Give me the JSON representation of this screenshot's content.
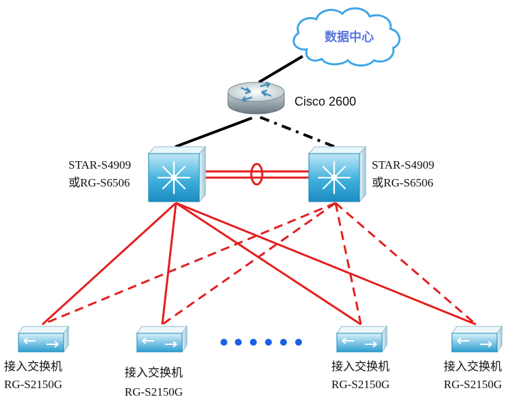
{
  "cloud": {
    "label": "数据中心"
  },
  "router": {
    "label": "Cisco 2600"
  },
  "core_left": {
    "line1": "STAR-S4909",
    "line2": "或RG-S6506"
  },
  "core_right": {
    "line1": "STAR-S4909",
    "line2": "或RG-S6506"
  },
  "access_switches": [
    {
      "line1": "接入交换机",
      "line2": "RG-S2150G"
    },
    {
      "line1": "接入交换机",
      "line2": "RG-S2150G"
    },
    {
      "line1": "接入交换机",
      "line2": "RG-S2150G"
    },
    {
      "line1": "接入交换机",
      "line2": "RG-S2150G"
    }
  ],
  "colors": {
    "link_red": "#e41e1e",
    "link_black": "#000000",
    "ellipsis_dot": "#1a5fe6",
    "switch_blue": "#2aa3d4",
    "cloud_fill": "#ffffff",
    "cloud_stroke": "#3fa6e6"
  }
}
